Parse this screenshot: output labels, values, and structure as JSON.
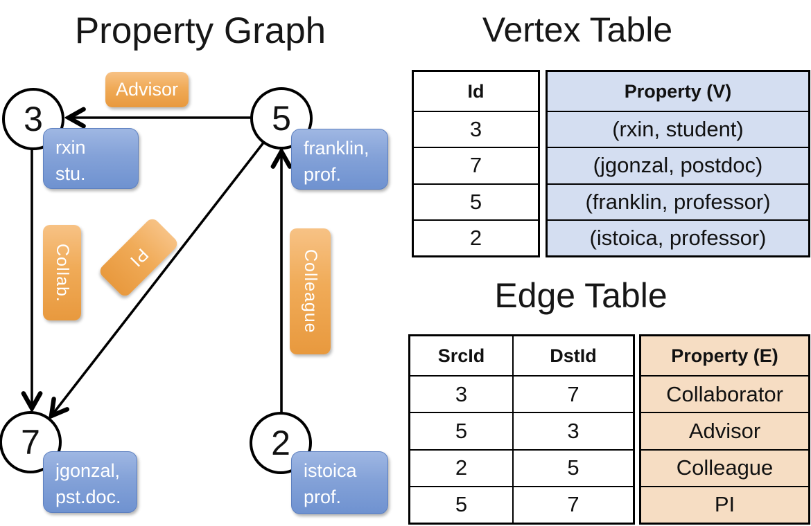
{
  "graph": {
    "title": "Property Graph",
    "nodes": [
      {
        "id": "3",
        "label_line1": "rxin",
        "label_line2": "stu."
      },
      {
        "id": "5",
        "label_line1": "franklin,",
        "label_line2": "prof."
      },
      {
        "id": "7",
        "label_line1": "jgonzal,",
        "label_line2": "pst.doc."
      },
      {
        "id": "2",
        "label_line1": "istoica",
        "label_line2": "prof."
      }
    ],
    "edge_labels": {
      "advisor": "Advisor",
      "collab": "Collab.",
      "pi": "PI",
      "colleague": "Colleague"
    },
    "edges": [
      {
        "from": "5",
        "to": "3",
        "label": "Advisor"
      },
      {
        "from": "3",
        "to": "7",
        "label": "Collab."
      },
      {
        "from": "5",
        "to": "7",
        "label": "PI"
      },
      {
        "from": "2",
        "to": "5",
        "label": "Colleague"
      }
    ]
  },
  "vertex_table": {
    "title": "Vertex Table",
    "columns": {
      "id": "Id",
      "property": "Property (V)"
    },
    "rows": [
      {
        "id": "3",
        "property": "(rxin, student)"
      },
      {
        "id": "7",
        "property": "(jgonzal, postdoc)"
      },
      {
        "id": "5",
        "property": "(franklin, professor)"
      },
      {
        "id": "2",
        "property": "(istoica, professor)"
      }
    ]
  },
  "edge_table": {
    "title": "Edge Table",
    "columns": {
      "src": "SrcId",
      "dst": "DstId",
      "property": "Property (E)"
    },
    "rows": [
      {
        "src": "3",
        "dst": "7",
        "property": "Collaborator"
      },
      {
        "src": "5",
        "dst": "3",
        "property": "Advisor"
      },
      {
        "src": "2",
        "dst": "5",
        "property": "Colleague"
      },
      {
        "src": "5",
        "dst": "7",
        "property": "PI"
      }
    ]
  },
  "colors": {
    "edge_label_orange_top": "#f7c285",
    "edge_label_orange_bottom": "#e8993e",
    "vertex_label_blue_top": "#9fb7e3",
    "vertex_label_blue_bottom": "#6f92d0",
    "vertex_property_cell_bg": "#d4def1",
    "edge_property_cell_bg": "#f6ddc3",
    "line_color": "#000000"
  }
}
